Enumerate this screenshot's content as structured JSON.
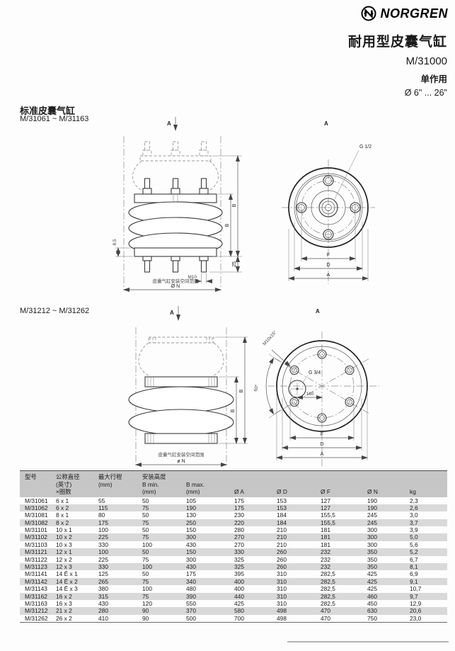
{
  "brand": {
    "name": "NORGREN"
  },
  "title": {
    "main": "耐用型皮囊气缸",
    "model": "M/31000",
    "action": "单作用",
    "size_range": "Ø 6\" ... 26\""
  },
  "sections": {
    "standard_label": "标准皮囊气缸",
    "standard_range": "M/31061 ~ M/31163",
    "second_range": "M/31212 ~ M/31262"
  },
  "drawings": {
    "view_arrow": "A",
    "caption": "皮囊气缸安装空间范围",
    "side1": {
      "dim_b": "B",
      "dim_85": "8,5",
      "dim_25": "25",
      "thread": "M10",
      "diameter": "Ø N"
    },
    "top1": {
      "port": "G 1/2",
      "dim_f": "F",
      "dim_d": "D",
      "dim_a": "A"
    },
    "side2": {
      "dim_b": "B",
      "diameter": "ø N"
    },
    "top2": {
      "port": "G 3/4",
      "dim_160": "160",
      "thread": "M10x15°",
      "angle": "60°",
      "dim_f": "F",
      "dim_d": "D",
      "dim_a": "A"
    }
  },
  "table": {
    "columns": [
      {
        "lines": [
          "型号",
          "",
          ""
        ]
      },
      {
        "lines": [
          "公称直径",
          "(英寸)",
          "×圈数"
        ]
      },
      {
        "lines": [
          "最大行程",
          "(mm)",
          ""
        ]
      },
      {
        "lines": [
          "安装高度",
          "B min.",
          "(mm)"
        ]
      },
      {
        "lines": [
          "",
          "B max.",
          "(mm)"
        ]
      },
      {
        "lines": [
          "",
          "",
          "Ø A"
        ]
      },
      {
        "lines": [
          "",
          "",
          "Ø D"
        ]
      },
      {
        "lines": [
          "",
          "",
          "Ø F"
        ]
      },
      {
        "lines": [
          "",
          "",
          "Ø N"
        ]
      },
      {
        "lines": [
          "",
          "",
          "kg"
        ]
      }
    ],
    "rows": [
      [
        "M/31061",
        "6 x 1",
        "55",
        "50",
        "105",
        "175",
        "153",
        "127",
        "190",
        "2,3"
      ],
      [
        "M/31062",
        "6 x 2",
        "115",
        "75",
        "190",
        "175",
        "153",
        "127",
        "190",
        "2,6"
      ],
      [
        "M/31081",
        "8 x 1",
        "80",
        "50",
        "130",
        "230",
        "184",
        "155,5",
        "245",
        "3,0"
      ],
      [
        "M/31082",
        "8 x 2",
        "175",
        "75",
        "250",
        "220",
        "184",
        "155,5",
        "245",
        "3,7"
      ],
      [
        "M/31101",
        "10 x 1",
        "100",
        "50",
        "150",
        "280",
        "210",
        "181",
        "300",
        "3,9"
      ],
      [
        "M/31102",
        "10 x 2",
        "225",
        "75",
        "300",
        "270",
        "210",
        "181",
        "300",
        "5,0"
      ],
      [
        "M/31103",
        "10 x 3",
        "330",
        "100",
        "430",
        "270",
        "210",
        "181",
        "300",
        "5,6"
      ],
      [
        "M/31121",
        "12 x 1",
        "100",
        "50",
        "150",
        "330",
        "260",
        "232",
        "350",
        "5,2"
      ],
      [
        "M/31122",
        "12 x 2",
        "225",
        "75",
        "300",
        "325",
        "260",
        "232",
        "350",
        "6,7"
      ],
      [
        "M/31123",
        "12 x 3",
        "330",
        "100",
        "430",
        "325",
        "260",
        "232",
        "350",
        "8,1"
      ],
      [
        "M/31141",
        "14 Ē x 1",
        "125",
        "50",
        "175",
        "395",
        "310",
        "282,5",
        "425",
        "6,9"
      ],
      [
        "M/31142",
        "14 Ē x 2",
        "265",
        "75",
        "340",
        "400",
        "310",
        "282,5",
        "425",
        "9,1"
      ],
      [
        "M/31143",
        "14 Ē x 3",
        "380",
        "100",
        "480",
        "400",
        "310",
        "282,5",
        "425",
        "10,7"
      ],
      [
        "M/31162",
        "16 x 2",
        "315",
        "75",
        "390",
        "440",
        "310",
        "282,5",
        "460",
        "9,7"
      ],
      [
        "M/31163",
        "16 x 3",
        "430",
        "120",
        "550",
        "425",
        "310",
        "282,5",
        "450",
        "12,9"
      ],
      [
        "M/31212",
        "21 x 2",
        "280",
        "90",
        "370",
        "580",
        "498",
        "470",
        "630",
        "20,6"
      ],
      [
        "M/31262",
        "26 x 2",
        "410",
        "90",
        "500",
        "700",
        "498",
        "470",
        "750",
        "23,0"
      ]
    ]
  }
}
